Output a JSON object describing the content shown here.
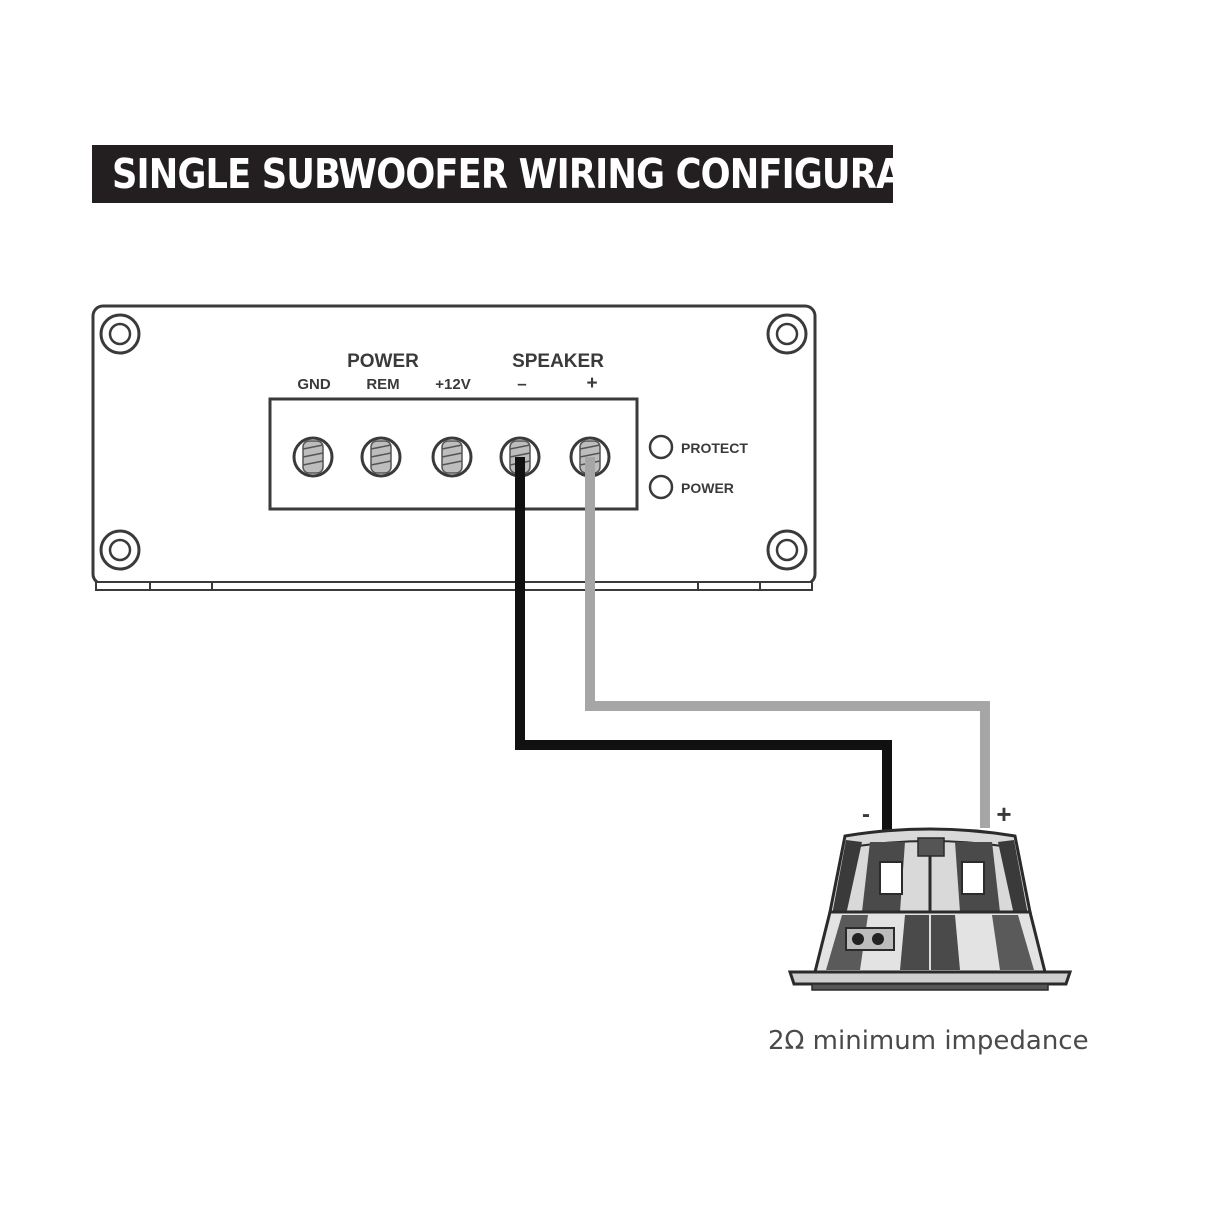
{
  "title": "SINGLE SUBWOOFER WIRING CONFIGURATION",
  "amplifier": {
    "group_labels": {
      "power": "POWER",
      "speaker": "SPEAKER"
    },
    "terminals": [
      "GND",
      "REM",
      "+12V",
      "–",
      "+"
    ],
    "indicators": [
      "PROTECT",
      "POWER"
    ]
  },
  "subwoofer": {
    "terminal_minus": "-",
    "terminal_plus": "+"
  },
  "caption": "2Ω minimum impedance",
  "colors": {
    "title_bg": "#231f20",
    "negative_wire": "#111111",
    "positive_wire": "#a6a6a6",
    "outline": "#3a3a3a"
  }
}
